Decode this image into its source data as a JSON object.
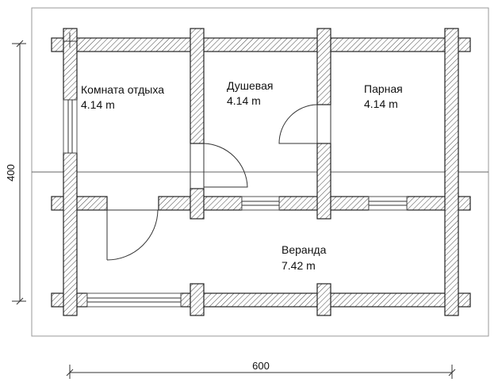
{
  "rooms": [
    {
      "name": "Комната отдыха",
      "area": "4.14 m"
    },
    {
      "name": "Душевая",
      "area": "4.14 m"
    },
    {
      "name": "Парная",
      "area": "4.14 m"
    },
    {
      "name": "Веранда",
      "area": "7.42 m"
    }
  ],
  "dimensions": {
    "width": "600",
    "height": "400"
  },
  "colors": {
    "wall_stroke": "#222222",
    "hatch": "#444444",
    "paper_border": "#999999",
    "window_frame": "#555555"
  }
}
